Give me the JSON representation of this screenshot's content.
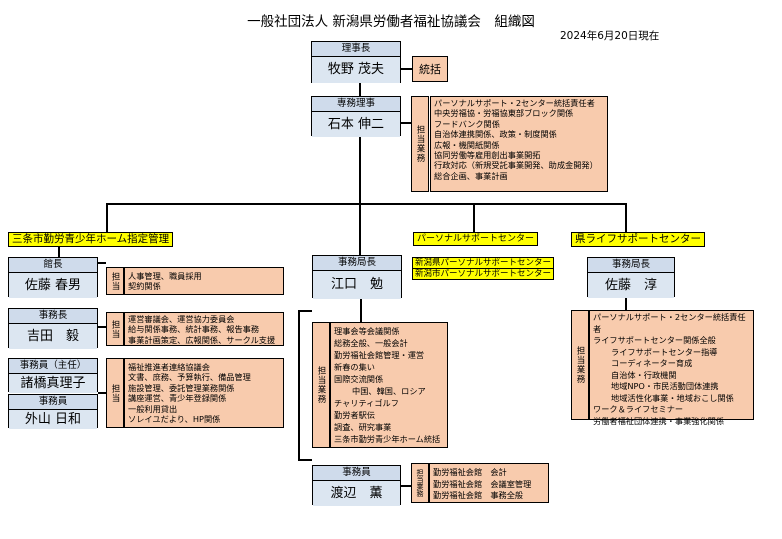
{
  "header": {
    "title": "一般社団法人 新潟県労働者福祉協議会　組織図",
    "date": "2024年6月20日現在"
  },
  "chairman": {
    "role": "理事長",
    "name": "牧野 茂夫",
    "duty": "統括"
  },
  "secretary_general": {
    "role": "専務理事",
    "name": "石本 伸二",
    "duty_label": "担当業務",
    "duties": [
      "パーソナルサポート・2センター統括責任者",
      "中央労福協・労福協東部ブロック関係",
      "フードバンク関係",
      "自治体連携関係、政策・制度関係",
      "広報・機関紙関係",
      "協同労働等雇用創出事業開拓",
      "行政対応（新規受託事業開発、助成金開発）",
      "総合企画、事業計画"
    ]
  },
  "sanjo": {
    "name": "三条市勤労青少年ホーム指定管理",
    "director": {
      "role": "館長",
      "name": "佐藤 春男",
      "duty_label": "担当",
      "duties": [
        "人事管理、職員採用",
        "契約関係"
      ]
    },
    "staff1": {
      "role": "事務長",
      "name": "吉田　毅",
      "duty_label": "担当",
      "duties": [
        "運営審議会、運営協力委員会",
        "給与関係事務、統計事務、報告事務",
        "事業計画策定、広報関係、サークル支援"
      ]
    },
    "staff2": {
      "role": "事務員（主任）",
      "name": "諸橋真理子"
    },
    "staff3": {
      "role": "事務員",
      "name": "外山 日和"
    },
    "shared_duties": [
      "福祉推進者連絡協議会",
      "文書、庶務、予算執行、備品管理",
      "施設管理、委託管理業務関係",
      "講座運営、青少年登録関係",
      "一般利用貸出",
      "ソレイユだより、HP関係"
    ]
  },
  "center_office": {
    "chief": {
      "role": "事務局長",
      "name": "江口　勉",
      "duty_label": "担当業務",
      "duties": [
        "理事会等会議関係",
        "総務全般、一般会計",
        "勤労福祉会館管理・運営",
        "新春の集い",
        "国際交流関係",
        "中国、韓国、ロシア",
        "チャリティゴルフ",
        "勤労者駅伝",
        "調査、研究事業",
        "三条市勤労青少年ホーム統括"
      ]
    },
    "staff": {
      "role": "事務員",
      "name": "渡辺　薫",
      "duty_label": "担当業務",
      "duties": [
        "勤労福祉会館　会計",
        "勤労福祉会館　会議室管理",
        "勤労福祉会館　事務全般"
      ]
    }
  },
  "personal_support": {
    "name": "パーソナルサポートセンター",
    "subcenters": [
      "新潟県パーソナルサポートセンター",
      "新潟市パーソナルサポートセンター"
    ]
  },
  "life_support": {
    "name": "県ライフサポートセンター",
    "chief": {
      "role": "事務局長",
      "name": "佐藤　淳",
      "duty_label": "担当業務",
      "duties": [
        "パーソナルサポート・2センター統括責任者",
        "ライフサポートセンター関係全般",
        "ライフサポートセンター指導",
        "コーディネーター育成",
        "自治体・行政機関",
        "地域NPO・市民活動団体連携",
        "地域活性化事業・地域おこし関係",
        "ワーク＆ライフセミナー",
        "労働者福祉団体連携・事業強化関係"
      ]
    }
  }
}
